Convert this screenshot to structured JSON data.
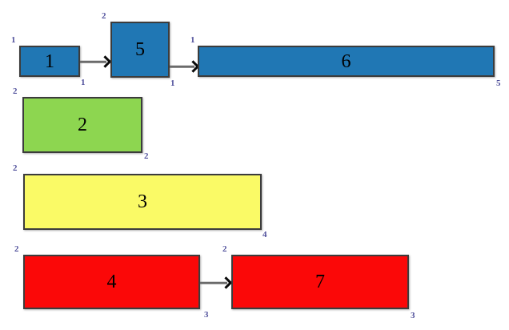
{
  "diagram": {
    "background": "#ffffff",
    "colors": {
      "blue": "#2077b4",
      "green": "#8dd650",
      "yellow": "#fafa66",
      "red": "#fb0808",
      "border": "#3c3c3c",
      "tag_text": "#50509b",
      "arrow_shaft": "#6b6b6b",
      "arrow_head": "#0a0a0a"
    },
    "boxes": [
      {
        "label": "1",
        "fill": "#2077b4",
        "top_left_tag": "1",
        "bottom_right_tag": "1"
      },
      {
        "label": "5",
        "fill": "#2077b4",
        "top_left_tag": "2",
        "bottom_right_tag": "1"
      },
      {
        "label": "6",
        "fill": "#2077b4",
        "top_left_tag": "1",
        "bottom_right_tag": "5"
      },
      {
        "label": "2",
        "fill": "#8dd650",
        "top_left_tag": "2",
        "bottom_right_tag": "2"
      },
      {
        "label": "3",
        "fill": "#fafa66",
        "top_left_tag": "2",
        "bottom_right_tag": "4"
      },
      {
        "label": "4",
        "fill": "#fb0808",
        "top_left_tag": "2",
        "bottom_right_tag": "3"
      },
      {
        "label": "7",
        "fill": "#fb0808",
        "top_left_tag": "2",
        "bottom_right_tag": "3"
      }
    ],
    "arrows": [
      {
        "from": "1",
        "to": "5"
      },
      {
        "from": "5",
        "to": "6"
      },
      {
        "from": "4",
        "to": "7"
      }
    ]
  }
}
